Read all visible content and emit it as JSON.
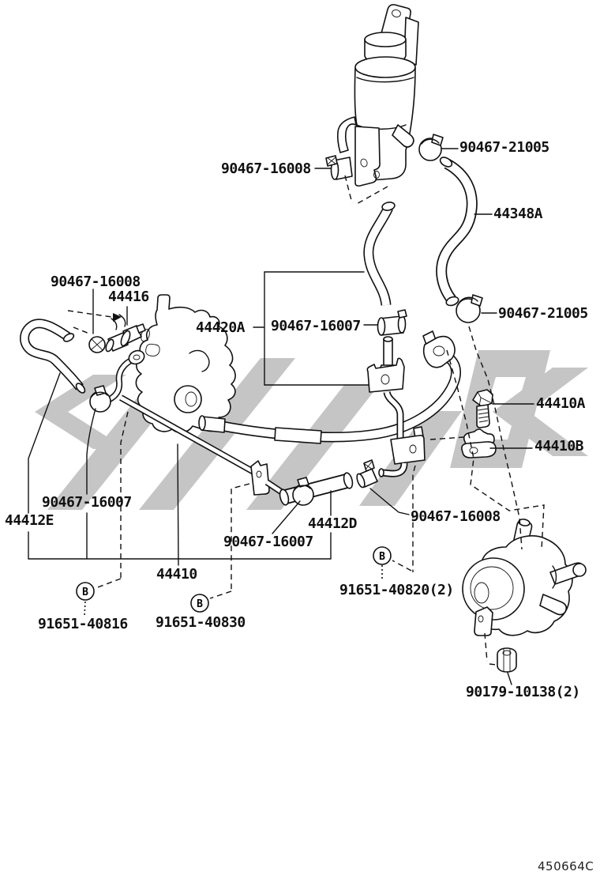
{
  "page": {
    "background": "#ffffff",
    "drawing_code": "450664C",
    "watermark_color": "#c5c5c5",
    "line_color": "#111111"
  },
  "symbols": {
    "bolt_marker": "B"
  },
  "labels": {
    "clamp_16008_reservoir": "90467-16008",
    "clamp_21005_upper": "90467-21005",
    "hose_44348a": "44348A",
    "clamp_16008_gear": "90467-16008",
    "union_44416": "44416",
    "gear_44420a": "44420A",
    "clamp_16007_return": "90467-16007",
    "clamp_21005_lower": "90467-21005",
    "bolt_44410a": "44410A",
    "clamp_44410b": "44410B",
    "clamp_16007_left": "90467-16007",
    "hose_44412e": "44412E",
    "hose_44412d": "44412D",
    "clamp_16008_mid": "90467-16008",
    "clamp_16007_lower": "90467-16007",
    "tube_44410": "44410",
    "bolt_91651_40820": "91651-40820(2)",
    "bolt_91651_40816": "91651-40816",
    "bolt_91651_40830": "91651-40830",
    "nut_90179": "90179-10138(2)"
  }
}
